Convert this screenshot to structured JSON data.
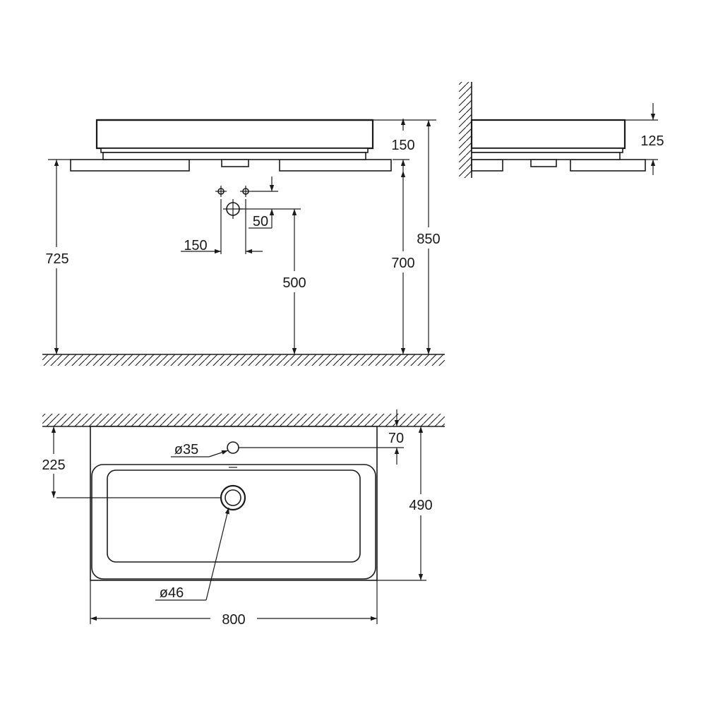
{
  "dimensions": {
    "height_table_top": "725",
    "height_rim": "850",
    "height_counter": "700",
    "height_drain": "500",
    "basin_height_front": "150",
    "basin_height_side": "125",
    "drain_spacing": "150",
    "drain_offset": "50",
    "tap_hole_from_wall": "70",
    "drain_from_wall": "225",
    "basin_depth": "490",
    "basin_width": "800",
    "tap_hole_diameter": "ø35",
    "drain_diameter": "ø46"
  }
}
